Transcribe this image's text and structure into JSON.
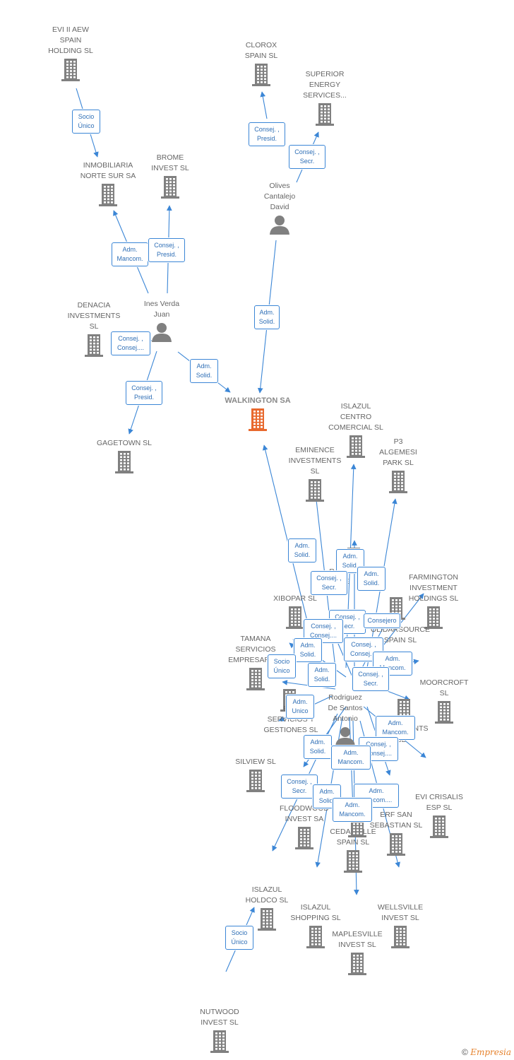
{
  "nodes": [
    {
      "id": "evi_aew",
      "label": "EVI II AEW\nSPAIN\nHOLDING  SL",
      "type": "company"
    },
    {
      "id": "clorox",
      "label": "CLOROX\nSPAIN SL",
      "type": "company"
    },
    {
      "id": "superior",
      "label": "SUPERIOR\nENERGY\nSERVICES...",
      "type": "company"
    },
    {
      "id": "inmob",
      "label": "INMOBILIARIA\nNORTE SUR SA",
      "type": "company"
    },
    {
      "id": "brome",
      "label": "BROME\nINVEST  SL",
      "type": "company"
    },
    {
      "id": "olives",
      "label": "Olives\nCantalejo\nDavid",
      "type": "person"
    },
    {
      "id": "ines",
      "label": "Ines Verda\nJuan",
      "type": "person"
    },
    {
      "id": "denacia",
      "label": "DENACIA\nINVESTMENTS\nSL",
      "type": "company"
    },
    {
      "id": "walkington",
      "label": "WALKINGTON SA",
      "type": "main"
    },
    {
      "id": "gagetown",
      "label": "GAGETOWN  SL",
      "type": "company"
    },
    {
      "id": "islazul_centro",
      "label": "ISLAZUL\nCENTRO\nCOMERCIAL  SL",
      "type": "company"
    },
    {
      "id": "eminence",
      "label": "EMINENCE\nINVESTMENTS\nSL",
      "type": "company"
    },
    {
      "id": "p3",
      "label": "P3\nALGEMESI\nPARK  SL",
      "type": "company"
    },
    {
      "id": "farmington",
      "label": "FARMINGTON\nINVESTMENT\nHOLDINGS  SL",
      "type": "company"
    },
    {
      "id": "xibopar",
      "label": "XIBOPAR  SL",
      "type": "company"
    },
    {
      "id": "tamana",
      "label": "TAMANA\nSERVICIOS\nEMPRESARIA...",
      "type": "company"
    },
    {
      "id": "moorcroft",
      "label": "MOORCROFT\nSL",
      "type": "company"
    },
    {
      "id": "rodriguez",
      "label": "Rodriguez\nDe Santos\nAntonio",
      "type": "person"
    },
    {
      "id": "silview",
      "label": "SILVIEW  SL",
      "type": "company"
    },
    {
      "id": "evi_crisalis",
      "label": "EVI CRISALIS\nESP  SL",
      "type": "company"
    },
    {
      "id": "floodwood",
      "label": "FLOODWOOD\nINVEST SA",
      "type": "company"
    },
    {
      "id": "cedarville",
      "label": "CEDARVILLE\nSPAIN  SL",
      "type": "company"
    },
    {
      "id": "erf",
      "label": "ERF SAN\nSEBASTIAN  SL",
      "type": "company"
    },
    {
      "id": "islazul_holdco",
      "label": "ISLAZUL\nHOLDCO  SL",
      "type": "company"
    },
    {
      "id": "islazul_shopping",
      "label": "ISLAZUL\nSHOPPING  SL",
      "type": "company"
    },
    {
      "id": "maplesville",
      "label": "MAPLESVILLE\nINVEST  SL",
      "type": "company"
    },
    {
      "id": "wellsville",
      "label": "WELLSVILLE\nINVEST  SL",
      "type": "company"
    },
    {
      "id": "nutwood",
      "label": "NUTWOOD\nINVEST  SL",
      "type": "company"
    },
    {
      "id": "hidden1",
      "label": "",
      "type": "company"
    },
    {
      "id": "hidden2",
      "label": "",
      "type": "company"
    },
    {
      "id": "hidden3",
      "label": "",
      "type": "company"
    },
    {
      "id": "hidden4",
      "label": "",
      "type": "company"
    },
    {
      "id": "hidden5",
      "label": "",
      "type": "company"
    }
  ],
  "edge_labels": [
    "Socio\nÚnico",
    "Consej. ,\nPresid.",
    "Consej. ,\nSecr.",
    "Adm.\nMancom.",
    "Consej. ,\nPresid.",
    "Consej. ,\nConsej....",
    "Adm.\nSolid.",
    "Adm.\nSolid.",
    "Consej. ,\nPresid.",
    "Adm.\nSolid.",
    "Adm.\nSolid.",
    "Adm.\nSolid.",
    "Consej. ,\nSecr.",
    "Consej. ,\nSecr.",
    "Consejero",
    "Consej. ,\nConsej....",
    "Consej. ,\nConsej....",
    "Adm.\nSolid.",
    "Adm.\nMancom.",
    "Socio\nÚnico",
    "Adm.\nSolid.",
    "Consej. ,\nSecr.",
    "Adm.\nUnico",
    "Adm.\nMancom.",
    "Adm.\nSolid.",
    "Consej. ,\nConsej....",
    "Adm.\nMancom.",
    "Consej. ,\nSecr.",
    "Adm.\nSolid.",
    "Adm.\nMancom....",
    "Adm.\nMancom.",
    "Socio\nÚnico"
  ],
  "background_texts": [
    "R",
    "E",
    "S",
    "S",
    "OLIDARSOURCE\nSPAIN SL",
    "BAN\nSERVICIOS Y\nGESTIONES  SL",
    "NTS",
    "SL"
  ],
  "footer": {
    "copyright": "©",
    "brand": "Empresia"
  },
  "colors": {
    "node_icon": "#808080",
    "main_icon": "#e8692e",
    "edge": "#3b86d6",
    "label_text": "#666666"
  }
}
